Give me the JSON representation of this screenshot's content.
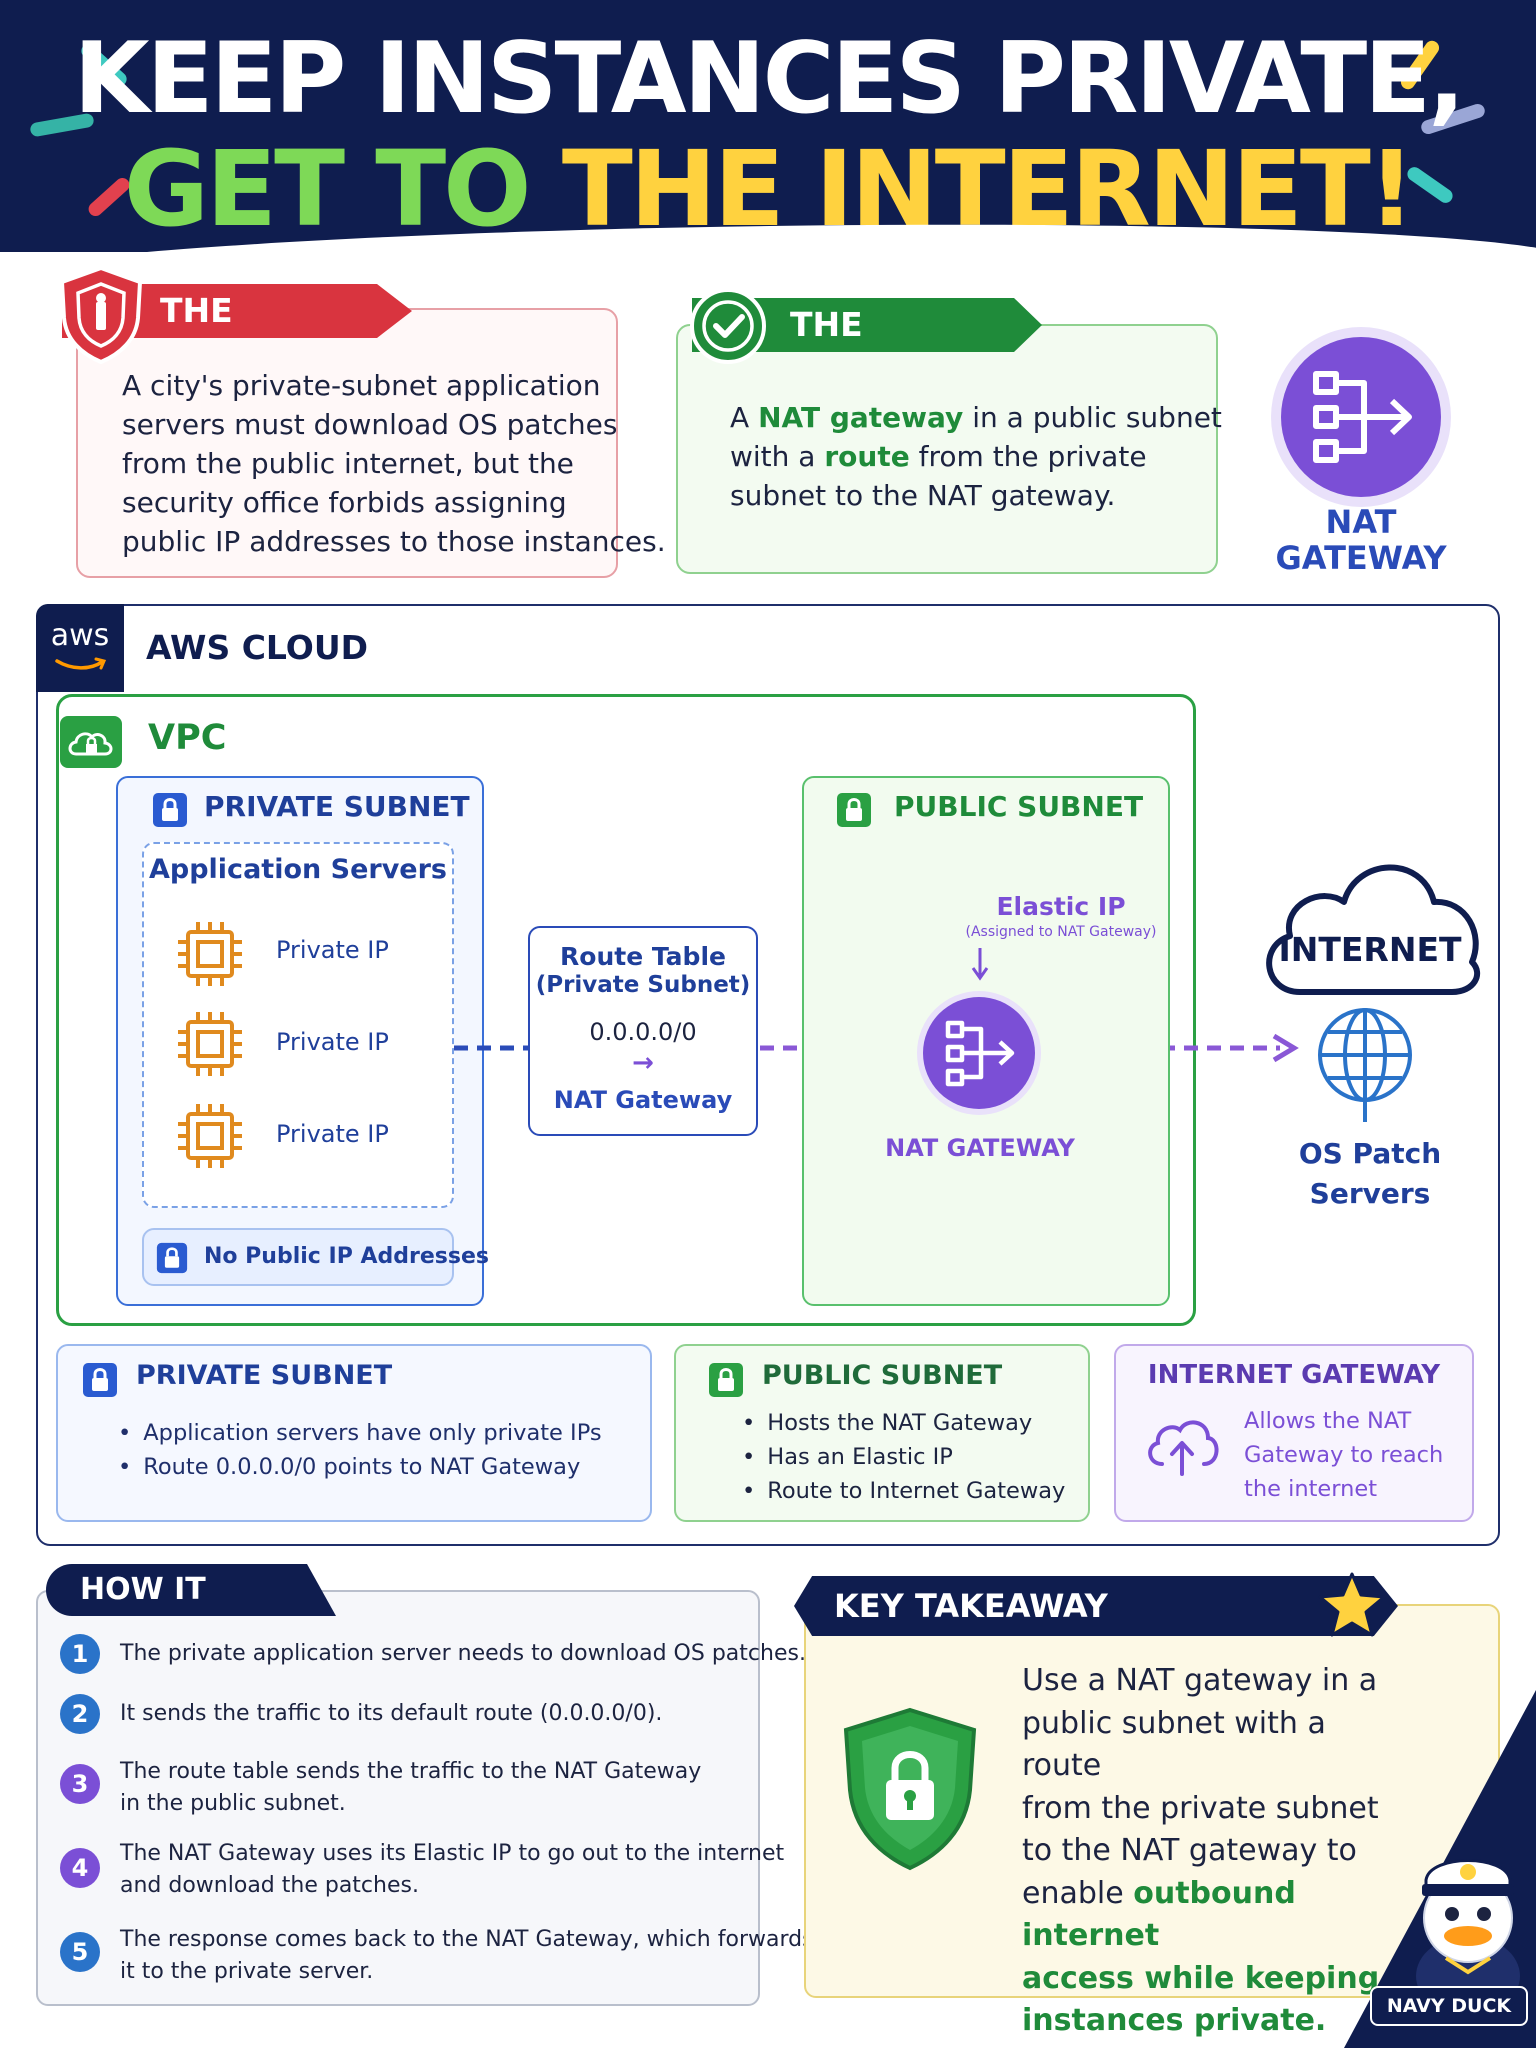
{
  "header": {
    "title_line1": "KEEP INSTANCES PRIVATE,",
    "title_line2a": "GET TO",
    "title_line2b": "THE INTERNET!"
  },
  "problem": {
    "tag": "THE PROBLEM",
    "lines": [
      "A city's private-subnet application",
      "servers must download OS patches",
      "from the public internet, but the",
      "security office forbids assigning",
      "public IP addresses to those instances."
    ]
  },
  "solution": {
    "tag": "THE SOLUTION",
    "l1a": "A ",
    "l1b": "NAT gateway",
    "l1c": " in a public subnet",
    "l2a": "with a ",
    "l2b": "route",
    "l2c": " from the private",
    "l3": "subnet to the NAT gateway."
  },
  "nat_icon": {
    "line1": "NAT",
    "line2": "GATEWAY"
  },
  "aws": {
    "logo": "aws",
    "title": "AWS CLOUD"
  },
  "vpc": {
    "title": "VPC"
  },
  "private_subnet": {
    "title": "PRIVATE SUBNET",
    "app_title": "Application Servers",
    "servers": [
      "Private IP",
      "Private IP",
      "Private IP"
    ],
    "no_public": "No Public IP Addresses"
  },
  "route_table": {
    "title1": "Route Table",
    "title2": "(Private Subnet)",
    "cidr": "0.0.0.0/0",
    "arrow": "→",
    "target": "NAT Gateway"
  },
  "public_subnet": {
    "title": "PUBLIC SUBNET",
    "eip": "Elastic IP",
    "eip_note": "(Assigned to NAT Gateway)",
    "nat_label": "NAT GATEWAY"
  },
  "internet": {
    "title": "INTERNET",
    "servers1": "OS Patch",
    "servers2": "Servers"
  },
  "info_private": {
    "title": "PRIVATE SUBNET",
    "bullets": [
      "Application servers have only private IPs",
      "Route 0.0.0.0/0 points to NAT Gateway"
    ]
  },
  "info_public": {
    "title": "PUBLIC SUBNET",
    "bullets": [
      "Hosts the NAT Gateway",
      "Has an Elastic IP",
      "Route to Internet Gateway"
    ]
  },
  "info_igw": {
    "title": "INTERNET GATEWAY",
    "lines": [
      "Allows the NAT",
      "Gateway to reach",
      "the internet"
    ]
  },
  "how": {
    "tag": "HOW IT WORKS",
    "steps": [
      {
        "n": "1",
        "l1": "The private application server needs to download OS patches.",
        "l2": ""
      },
      {
        "n": "2",
        "l1": "It sends the traffic to its default route (0.0.0.0/0).",
        "l2": ""
      },
      {
        "n": "3",
        "l1": "The route table sends the traffic to the NAT Gateway",
        "l2": "in the public subnet."
      },
      {
        "n": "4",
        "l1": "The NAT Gateway uses its Elastic IP to go out to the internet",
        "l2": "and download the patches."
      },
      {
        "n": "5",
        "l1": "The response comes back to the NAT Gateway, which forwards",
        "l2": "it to the private server."
      }
    ]
  },
  "key": {
    "tag": "KEY TAKEAWAY",
    "lines": [
      "Use a NAT gateway in a",
      "public subnet with a route",
      "from the private subnet",
      "to the NAT gateway to"
    ],
    "l5a": "enable ",
    "l5b": "outbound internet",
    "l6": "access while keeping",
    "l7": "instances private."
  },
  "mascot": {
    "label": "NAVY DUCK"
  },
  "colors": {
    "navy": "#0f1d4f",
    "red": "#d9343f",
    "green": "#1f8b3a",
    "blue": "#2a4bb8",
    "purple": "#7b4fd6",
    "orange": "#e08a1e",
    "yellow": "#ffd23f"
  }
}
